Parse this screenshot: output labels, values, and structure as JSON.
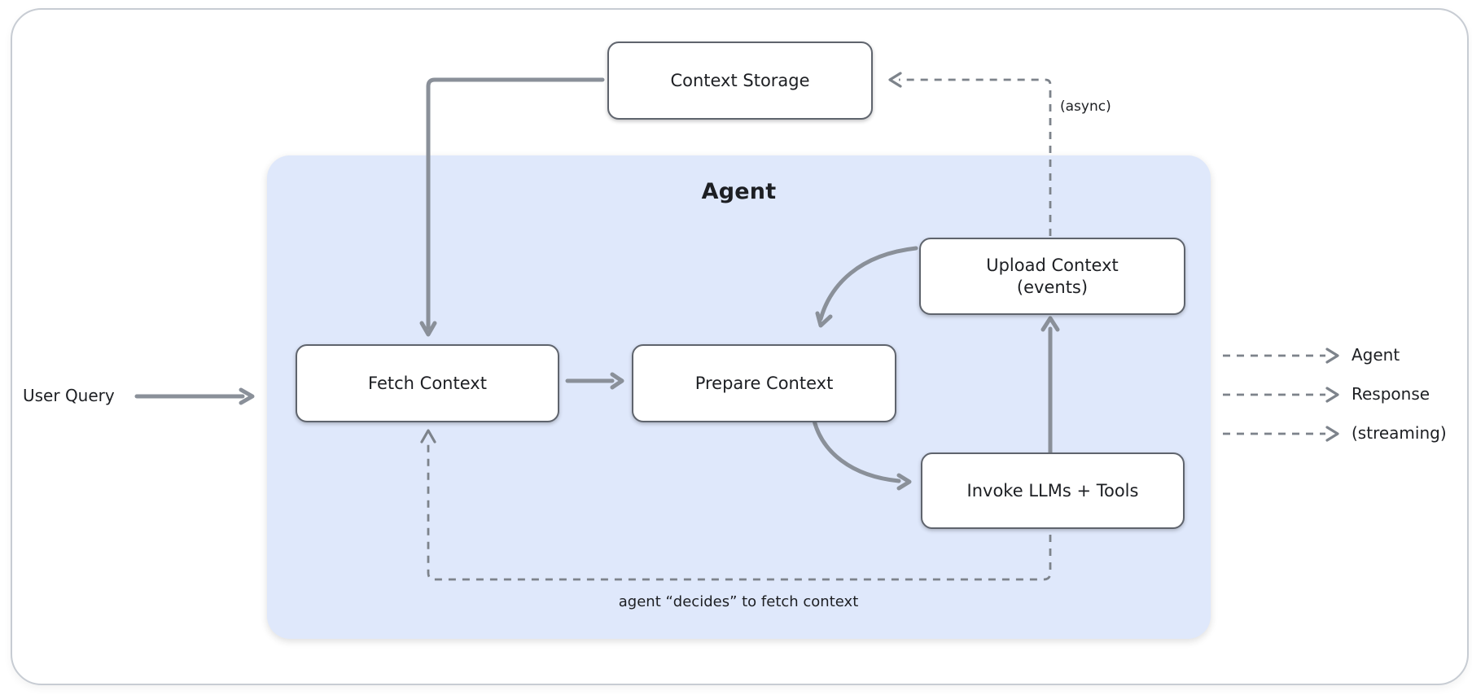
{
  "diagram": {
    "nodes": {
      "context_storage": {
        "label": "Context Storage"
      },
      "fetch_context": {
        "label": "Fetch Context"
      },
      "prepare_context": {
        "label": "Prepare Context"
      },
      "upload_context": {
        "label_line1": "Upload Context",
        "label_line2": "(events)"
      },
      "invoke_llms": {
        "label": "Invoke LLMs + Tools"
      }
    },
    "agent_panel": {
      "title": "Agent"
    },
    "inputs": {
      "user_query_label": "User Query"
    },
    "outputs": {
      "line1": "Agent",
      "line2": "Response",
      "line3": "(streaming)"
    },
    "annotations": {
      "async_label": "(async)",
      "decides_label": "agent “decides” to fetch context"
    },
    "colors": {
      "agent_panel_fill": "#dfe8fb",
      "node_border": "#5f646d",
      "solid_arrow": "#8a9099",
      "dashed_arrow": "#7d838b",
      "frame_border": "#c7ccd3",
      "text": "#1d1f23"
    }
  }
}
